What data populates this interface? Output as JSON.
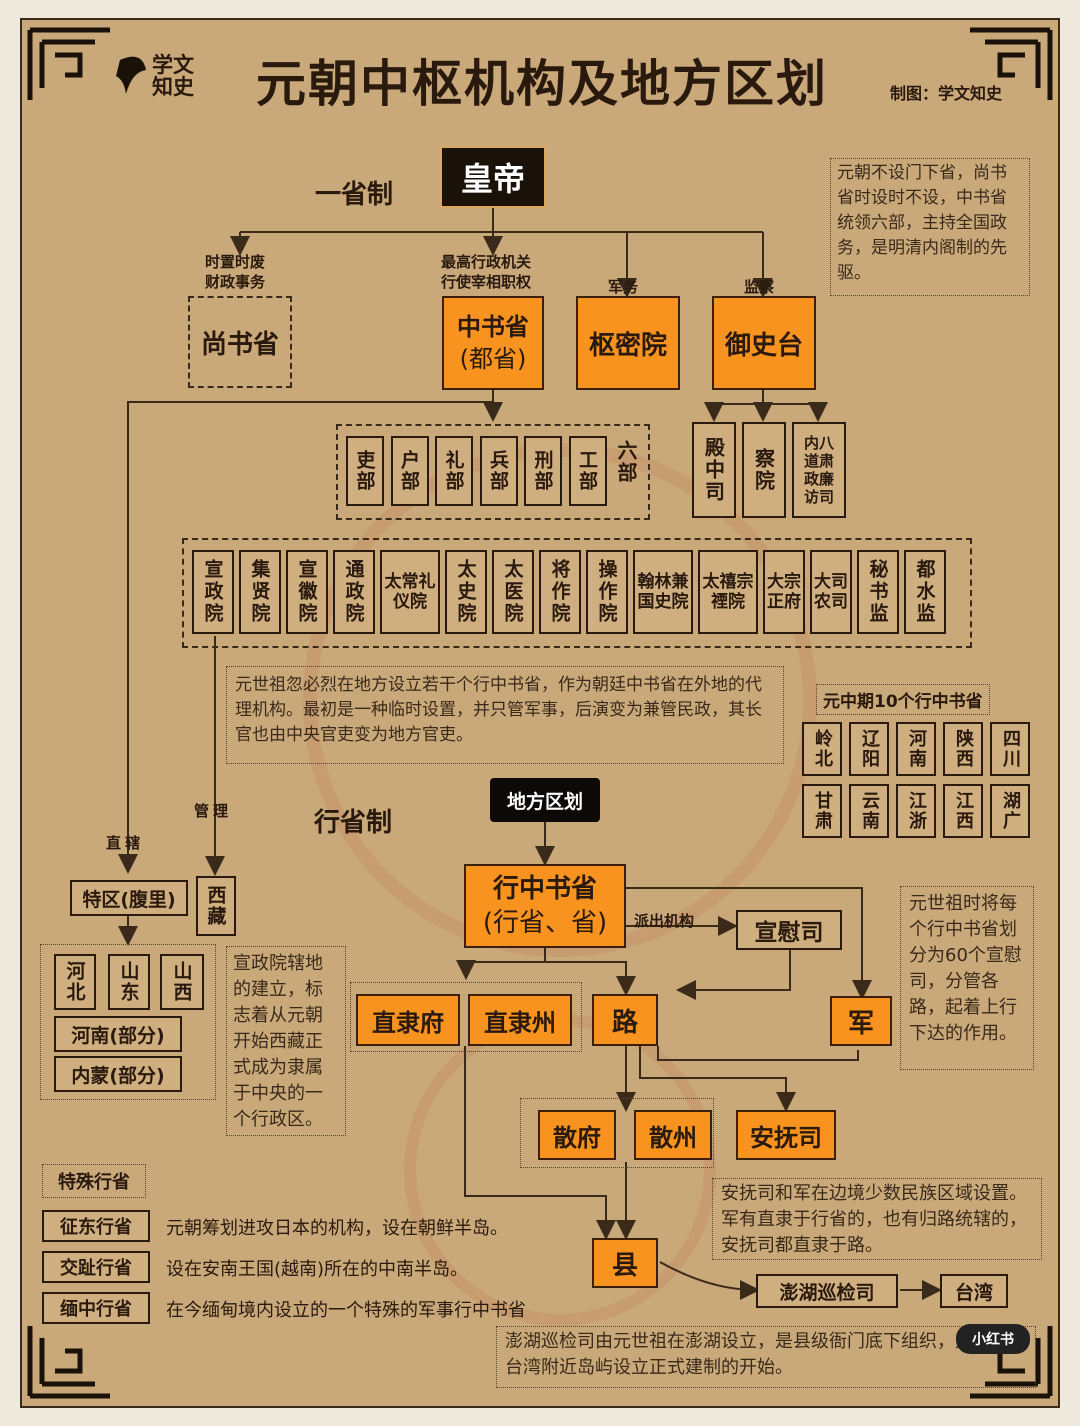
{
  "title": "元朝中枢机构及地方区划",
  "logo_text": "学文知史",
  "credit": "制图：学文知史",
  "system_one": "一省制",
  "system_two": "行省制",
  "emperor": "皇帝",
  "note_top": "元朝不设门下省，尚书省时设时不设，中书省统领六部，主持全国政务，是明清内阁制的先驱。",
  "labels": {
    "shangshu_role": "时置时废\n财政事务",
    "zhongshu_role": "最高行政机关\n行使宰相职权",
    "shumi_role": "军务",
    "yushi_role": "监察",
    "guanli": "管理",
    "zhixia": "直辖",
    "paichu": "派出机构"
  },
  "central": {
    "shangshu": "尚书省",
    "zhongshu": "中书省",
    "zhongshu_sub": "(都省)",
    "shumi": "枢密院",
    "yushi": "御史台"
  },
  "six_ministries_label": "六部",
  "six_ministries": [
    "吏部",
    "户部",
    "礼部",
    "兵部",
    "刑部",
    "工部"
  ],
  "yushi_subs": [
    "殿中司",
    "察院",
    "内八道肃政廉访司"
  ],
  "other_orgs": [
    "宣政院",
    "集贤院",
    "宣徽院",
    "通政院",
    "太常礼仪院",
    "太史院",
    "太医院",
    "将作院",
    "操作院",
    "翰林兼国史院",
    "太禧宗禋院",
    "大宗正府",
    "大司农司",
    "秘书监",
    "都水监"
  ],
  "note_xingsheng": "元世祖忽必烈在地方设立若干个行中书省，作为朝廷中书省在外地的代理机构。最初是一种临时设置，并只管军事，后演变为兼管民政，其长官也由中央官吏变为地方官吏。",
  "ten_title": "元中期10个行中书省",
  "ten_provinces": [
    "岭北",
    "辽阳",
    "河南",
    "陕西",
    "四川",
    "甘肃",
    "云南",
    "江浙",
    "江西",
    "湖广"
  ],
  "local_title": "地方区划",
  "xingzhong": "行中书省",
  "xingzhong_sub": "(行省、省)",
  "xuanwei": "宣慰司",
  "note_xuanwei": "元世祖时将每个行中书省划分为60个宣慰司，分管各路，起着上行下达的作用。",
  "tequ": "特区(腹里)",
  "tibet": "西藏",
  "fuli_parts": [
    "河北",
    "山东",
    "山西"
  ],
  "fuli_extra": [
    "河南(部分)",
    "内蒙(部分)"
  ],
  "note_xuanzheng": "宣政院辖地的建立，标志着从元朝开始西藏正式成为隶属于中央的一个行政区。",
  "zhilifu": "直隶府",
  "zhilizhou": "直隶州",
  "lu": "路",
  "jun": "军",
  "sanfu": "散府",
  "sanzhou": "散州",
  "anfu": "安抚司",
  "note_anfu": "安抚司和军在边境少数民族区域设置。军有直隶于行省的，也有归路统辖的，安抚司都直隶于路。",
  "xian": "县",
  "penghu": "澎湖巡检司",
  "taiwan": "台湾",
  "special_title": "特殊行省",
  "special": [
    {
      "name": "征东行省",
      "desc": "元朝筹划进攻日本的机构，设在朝鲜半岛。"
    },
    {
      "name": "交趾行省",
      "desc": "设在安南王国(越南)所在的中南半岛。"
    },
    {
      "name": "缅中行省",
      "desc": "在今缅甸境内设立的一个特殊的军事行中书省"
    }
  ],
  "note_penghu": "澎湖巡检司由元世祖在澎湖设立，是县级衙门底下组织，是中国在台湾附近岛屿设立正式建制的开始。",
  "watermark": "小红书"
}
